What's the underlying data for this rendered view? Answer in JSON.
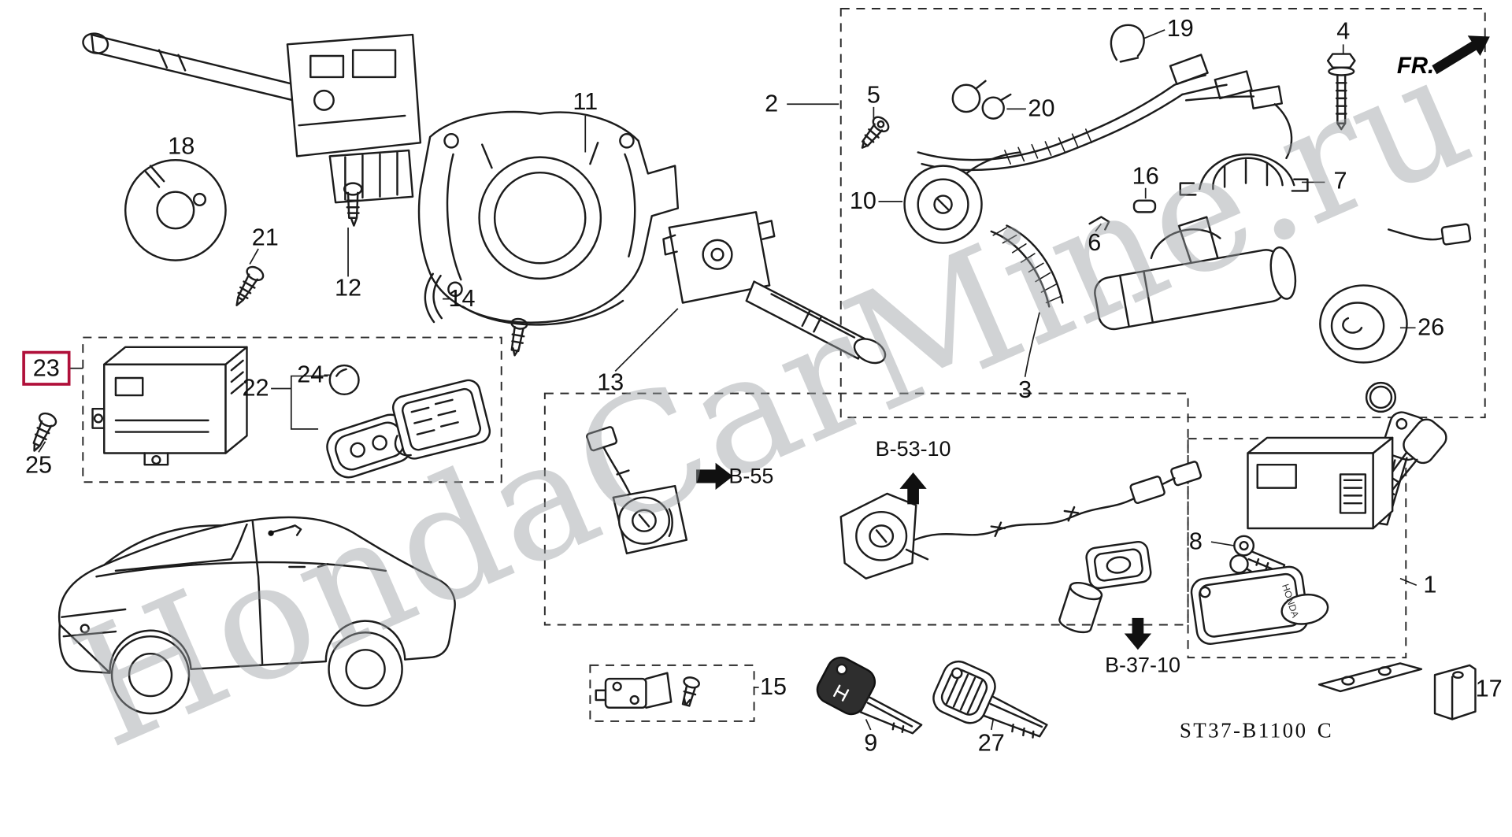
{
  "watermark": "HondaCarMine.ru",
  "direction": {
    "label": "FR."
  },
  "diagram_code": {
    "main": "ST37-B1100",
    "suffix": "C"
  },
  "refs": {
    "b55": "B-55",
    "b53": "B-53-10",
    "b37": "B-37-10"
  },
  "tag": {
    "text": "HONDA"
  },
  "highlighted_callout": "23",
  "callouts": {
    "c1": "1",
    "c2": "2",
    "c3": "3",
    "c4": "4",
    "c5": "5",
    "c6": "6",
    "c7": "7",
    "c8": "8",
    "c9": "9",
    "c10": "10",
    "c11": "11",
    "c12": "12",
    "c13": "13",
    "c14": "14",
    "c15": "15",
    "c16": "16",
    "c17": "17",
    "c18": "18",
    "c19": "19",
    "c20": "20",
    "c21": "21",
    "c22": "22",
    "c23": "23",
    "c24": "24",
    "c25": "25",
    "c26": "26",
    "c27": "27"
  },
  "colors": {
    "highlight-red": "#b0103a",
    "line-ink": "#1c1c1c",
    "watermark-gray": "#9aa0a3"
  }
}
